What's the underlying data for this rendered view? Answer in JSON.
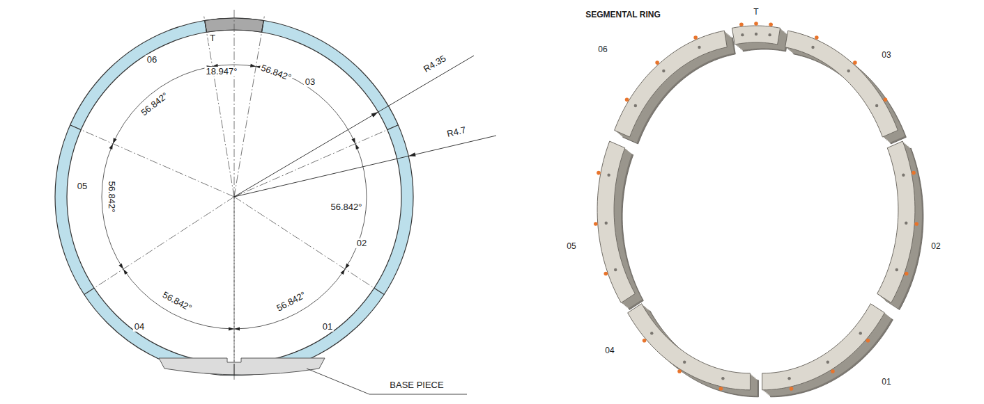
{
  "diagram": {
    "labels": [
      "T",
      "06",
      "18.947°",
      "56.842°",
      "56.842°",
      "03",
      "R4.35",
      "R4.7",
      "05",
      "56.842°",
      "56.842°",
      "02",
      "56.842°",
      "56.842°",
      "04",
      "01",
      "BASE PIECE",
      "SEGMENTAL RING",
      "T",
      "06",
      "03",
      "05",
      "02",
      "04",
      "01"
    ]
  }
}
